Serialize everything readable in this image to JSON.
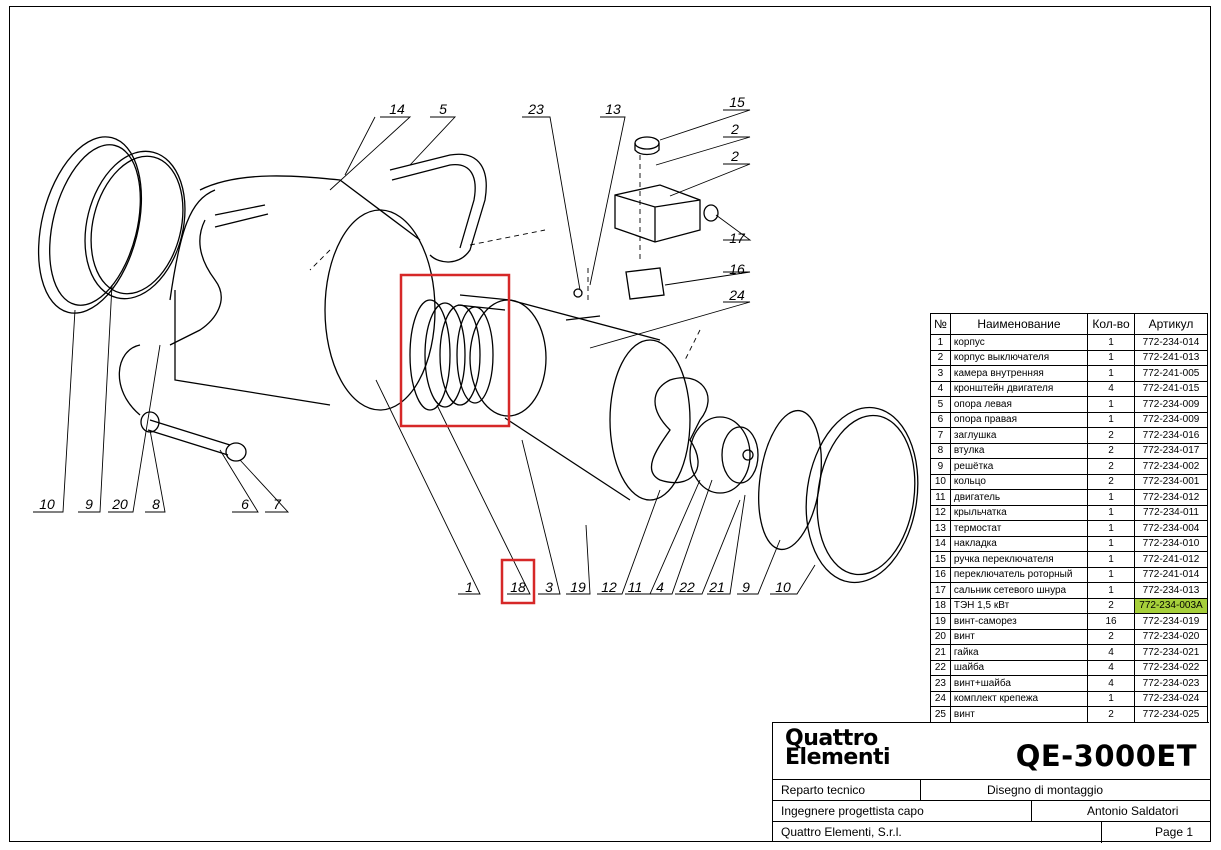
{
  "callouts": {
    "c1": "1",
    "c2a": "2",
    "c2b": "2",
    "c3": "3",
    "c4": "4",
    "c5": "5",
    "c6": "6",
    "c7": "7",
    "c8": "8",
    "c9a": "9",
    "c9b": "9",
    "c10a": "10",
    "c10b": "10",
    "c11": "11",
    "c12": "12",
    "c13": "13",
    "c14": "14",
    "c15": "15",
    "c16": "16",
    "c17": "17",
    "c18": "18",
    "c19": "19",
    "c20": "20",
    "c21": "21",
    "c22": "22",
    "c23": "23",
    "c24": "24"
  },
  "highlight_color": "#d62828",
  "table": {
    "headers": [
      "№",
      "Наименование",
      "Кол-во",
      "Артикул"
    ],
    "rows": [
      [
        "1",
        "корпус",
        "1",
        "772-234-014"
      ],
      [
        "2",
        "корпус выключателя",
        "1",
        "772-241-013"
      ],
      [
        "3",
        "камера внутренняя",
        "1",
        "772-241-005"
      ],
      [
        "4",
        "кронштейн двигателя",
        "4",
        "772-241-015"
      ],
      [
        "5",
        "опора левая",
        "1",
        "772-234-009"
      ],
      [
        "6",
        "опора правая",
        "1",
        "772-234-009"
      ],
      [
        "7",
        "заглушка",
        "2",
        "772-234-016"
      ],
      [
        "8",
        "втулка",
        "2",
        "772-234-017"
      ],
      [
        "9",
        "решётка",
        "2",
        "772-234-002"
      ],
      [
        "10",
        "кольцо",
        "2",
        "772-234-001"
      ],
      [
        "11",
        "двигатель",
        "1",
        "772-234-012"
      ],
      [
        "12",
        "крыльчатка",
        "1",
        "772-234-011"
      ],
      [
        "13",
        "термостат",
        "1",
        "772-234-004"
      ],
      [
        "14",
        "накладка",
        "1",
        "772-234-010"
      ],
      [
        "15",
        "ручка переключателя",
        "1",
        "772-241-012"
      ],
      [
        "16",
        "переключатель роторный",
        "1",
        "772-241-014"
      ],
      [
        "17",
        "сальник сетевого шнура",
        "1",
        "772-234-013"
      ],
      [
        "18",
        "ТЭН 1,5 кВт",
        "2",
        "772-234-003А"
      ],
      [
        "19",
        "винт-саморез",
        "16",
        "772-234-019"
      ],
      [
        "20",
        "винт",
        "2",
        "772-234-020"
      ],
      [
        "21",
        "гайка",
        "4",
        "772-234-021"
      ],
      [
        "22",
        "шайба",
        "4",
        "772-234-022"
      ],
      [
        "23",
        "винт+шайба",
        "4",
        "772-234-023"
      ],
      [
        "24",
        "комплект крепежа",
        "1",
        "772-234-024"
      ],
      [
        "25",
        "винт",
        "2",
        "772-234-025"
      ]
    ],
    "highlighted_row": "18",
    "highlight_cell_color": "#a6cf3a"
  },
  "title_block": {
    "logo_line1": "Quattro",
    "logo_line2": "Elementi",
    "model": "QE-3000ET",
    "department": "Reparto tecnico",
    "drawing_type": "Disegno di montaggio",
    "role": "Ingegnere progettista capo",
    "engineer": "Antonio Saldatori",
    "company": "Quattro Elementi, S.r.l.",
    "page": "Page 1"
  }
}
